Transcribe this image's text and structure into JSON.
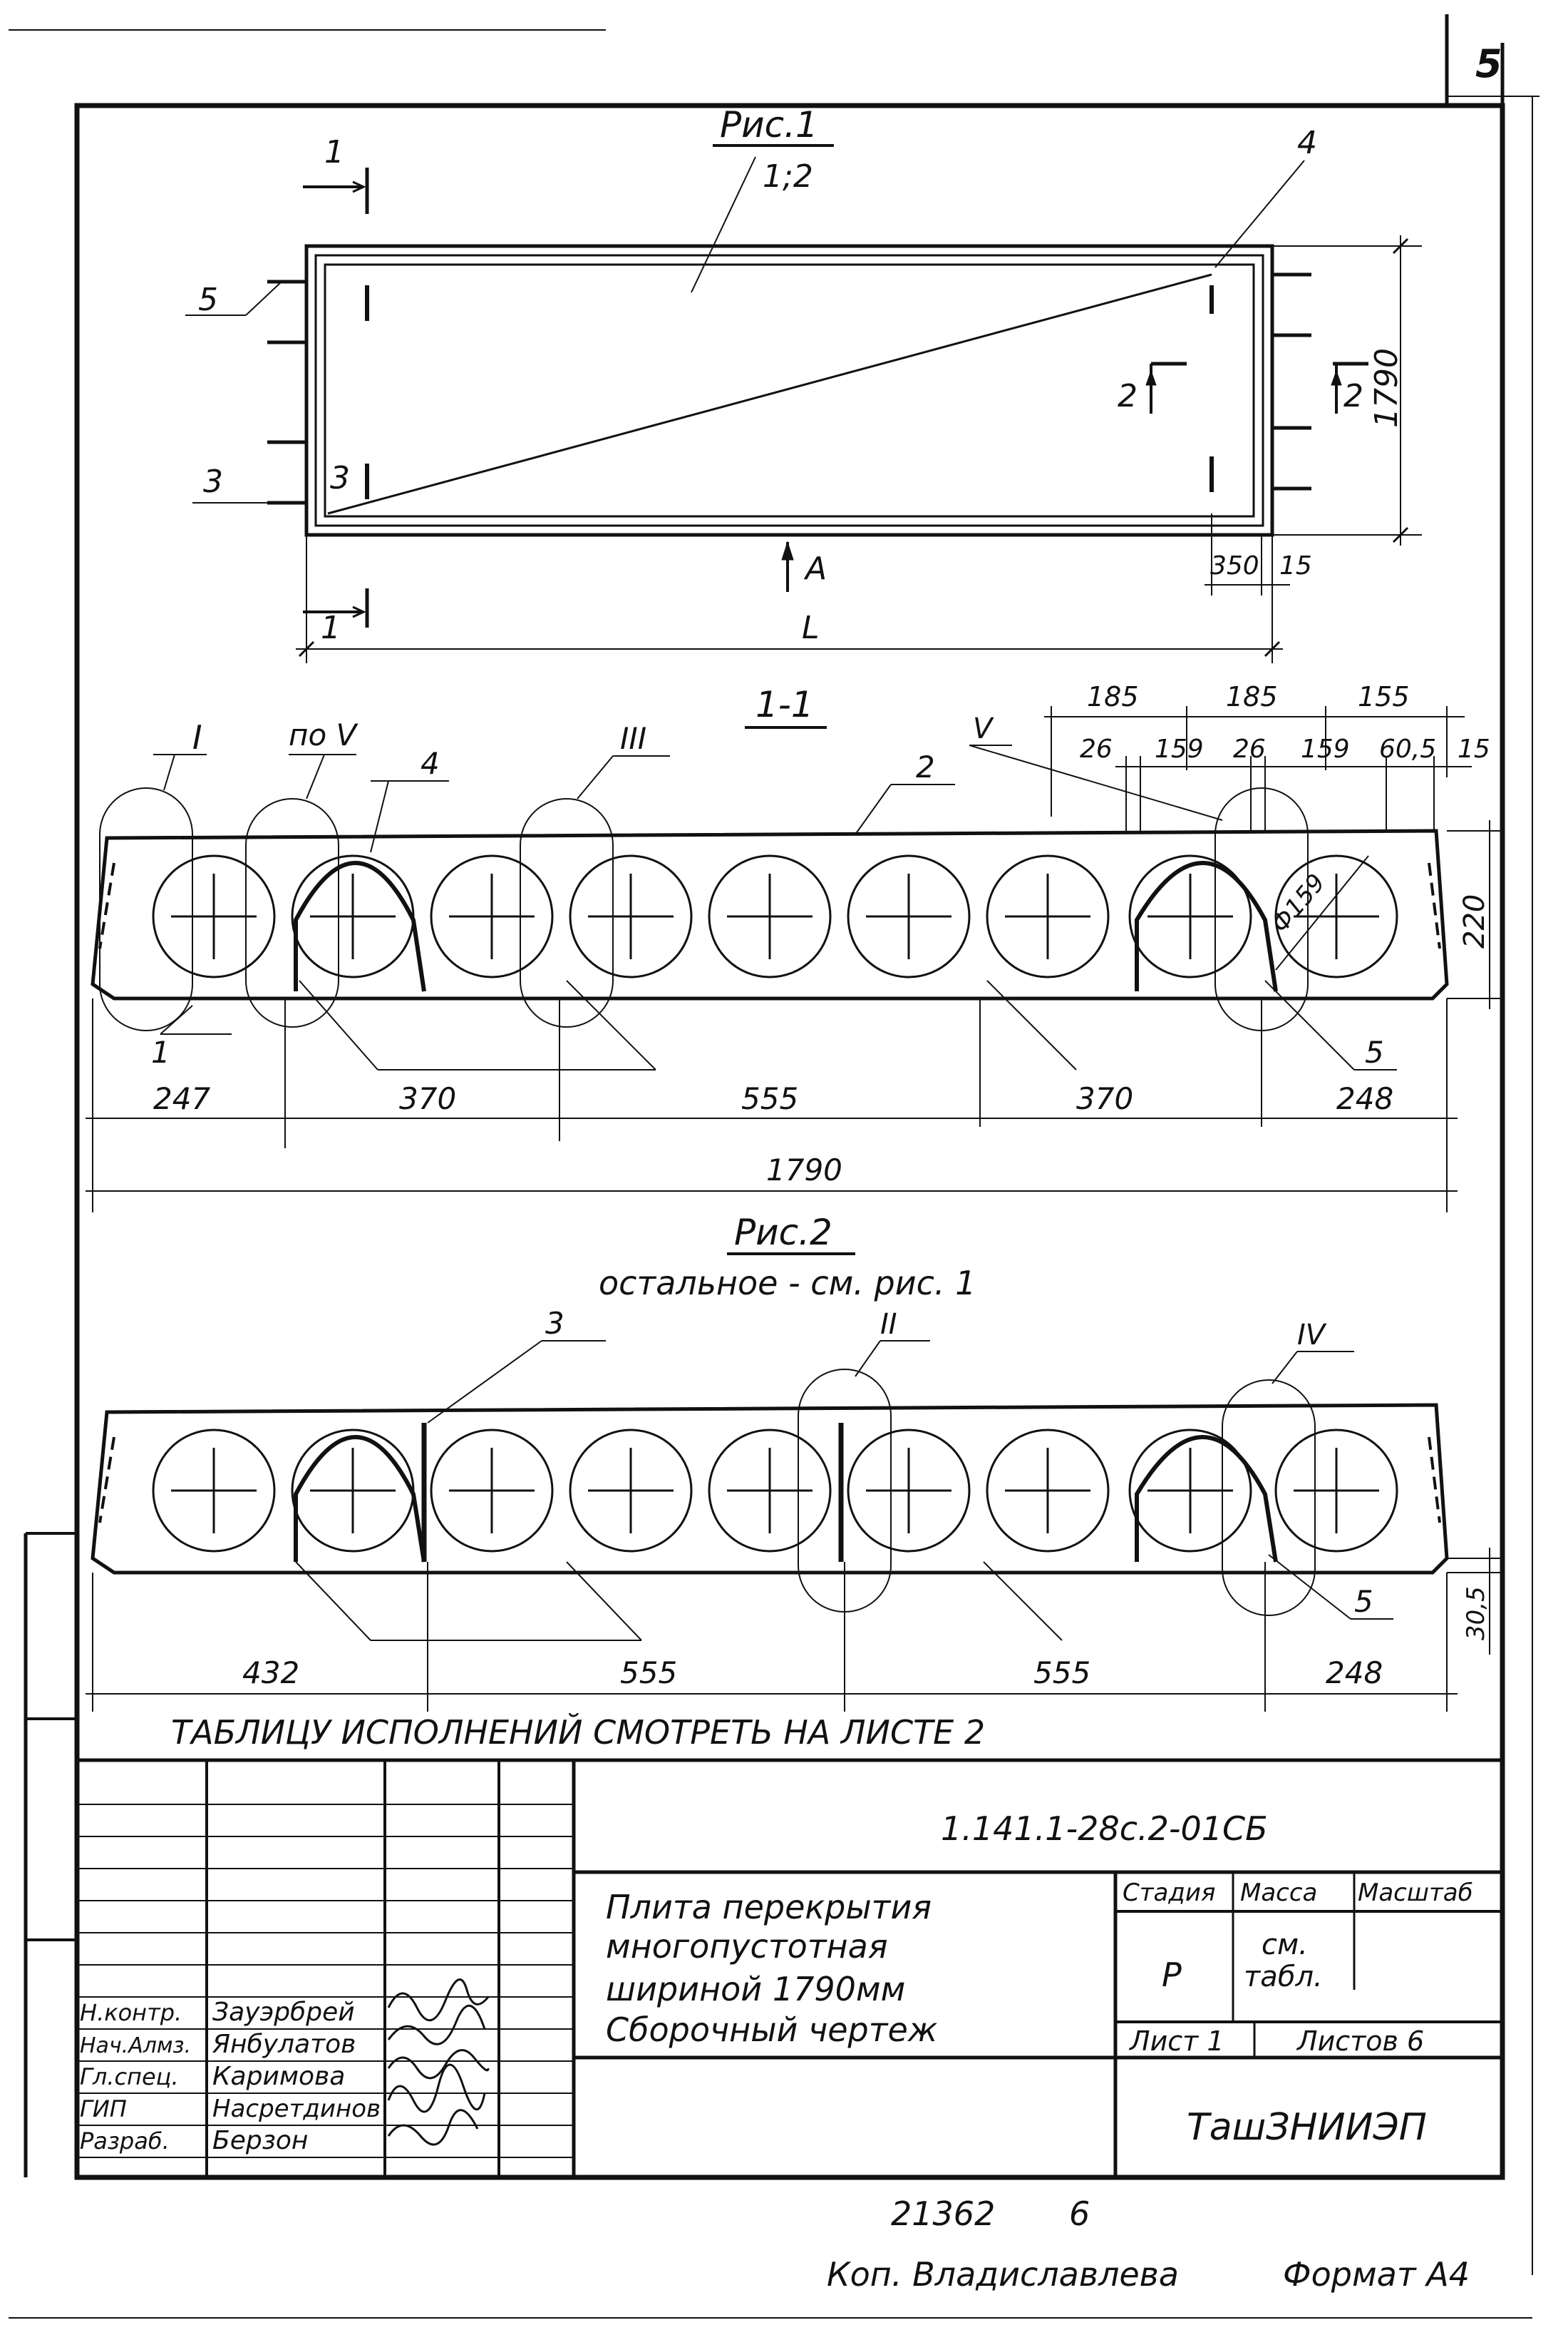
{
  "sheet_number": "5",
  "fig1": {
    "caption": "Рис.1",
    "section_mark": "1",
    "section_letter": "1",
    "rebar_label": "1;2",
    "callouts": {
      "c3": "3",
      "c4": "4",
      "c5": "5"
    },
    "view_a": "A",
    "section2": "2",
    "width_dim": "1790",
    "length": "L",
    "dim_350": "350",
    "dim_15": "15"
  },
  "section11": {
    "title": "1-1",
    "nodes": {
      "I": "I",
      "poV": "по V",
      "III": "III",
      "V": "V"
    },
    "callouts": {
      "c1": "1",
      "c2": "2",
      "c4": "4",
      "c5": "5"
    },
    "top_dims": [
      "185",
      "185",
      "155"
    ],
    "sub_dims": [
      "26",
      "159",
      "26",
      "159",
      "60,5",
      "15"
    ],
    "diameter": "Ф159",
    "height": "220",
    "bottom_dims": [
      "247",
      "370",
      "555",
      "370",
      "248"
    ],
    "total": "1790"
  },
  "fig2": {
    "caption": "Рис.2",
    "subcaption": "остальное - см. рис. 1",
    "callouts": {
      "c3": "3",
      "c5": "5"
    },
    "nodes": {
      "II": "II",
      "IV": "IV"
    },
    "side_dim": "30,5",
    "bottom_dims": [
      "432",
      "555",
      "555",
      "248"
    ],
    "note": "ТАБЛИЦУ ИСПОЛНЕНИЙ СМОТРЕТЬ НА ЛИСТЕ 2"
  },
  "title_block": {
    "designation": "1.141.1-28с.2-01СБ",
    "name_lines": [
      "Плита перекрытия",
      "многопустотная",
      "шириной 1790мм",
      "Сборочный чертеж"
    ],
    "headers": {
      "stage": "Стадия",
      "mass": "Масса",
      "scale": "Масштаб"
    },
    "stage": "Р",
    "mass_lines": [
      "см.",
      "табл."
    ],
    "sheet": "Лист 1",
    "sheets": "Листов 6",
    "org": "ТашЗНИИЭП",
    "roles": [
      "Н.контр.",
      "Нач.Алмз.",
      "Гл.спец.",
      "ГИП",
      "Разраб."
    ],
    "names": [
      "Зауэрбрей",
      "Янбулатов",
      "Каримова",
      "Насретдинов",
      "Берзон"
    ]
  },
  "footer": {
    "stamp_number": "21362",
    "stamp_suffix": "6",
    "copied_by": "Коп. Владиславлева",
    "format": "Формат А4"
  }
}
